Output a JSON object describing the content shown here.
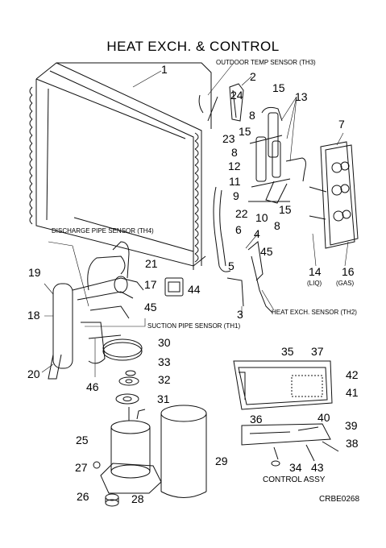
{
  "title": "HEAT EXCH. & CONTROL",
  "labels": {
    "outdoor_temp_sensor": "OUTDOOR TEMP SENSOR (TH3)",
    "discharge_pipe_sensor": "DISCHARGE PIPE SENSOR (TH4)",
    "heat_exch_sensor": "HEAT EXCH. SENSOR (TH2)",
    "suction_pipe_sensor": "SUCTION PIPE SENSOR (TH1)",
    "control_assy": "CONTROL ASSY",
    "liq": "(LIQ)",
    "gas": "(GAS)",
    "code": "CRBE0268"
  },
  "parts": [
    "1",
    "2",
    "3",
    "4",
    "5",
    "6",
    "7",
    "8",
    "8",
    "8",
    "9",
    "10",
    "11",
    "12",
    "13",
    "14",
    "15",
    "15",
    "15",
    "16",
    "17",
    "18",
    "19",
    "20",
    "21",
    "22",
    "23",
    "24",
    "25",
    "26",
    "27",
    "28",
    "29",
    "30",
    "31",
    "32",
    "33",
    "34",
    "35",
    "36",
    "37",
    "38",
    "39",
    "40",
    "41",
    "42",
    "43",
    "44",
    "45",
    "45",
    "46"
  ]
}
